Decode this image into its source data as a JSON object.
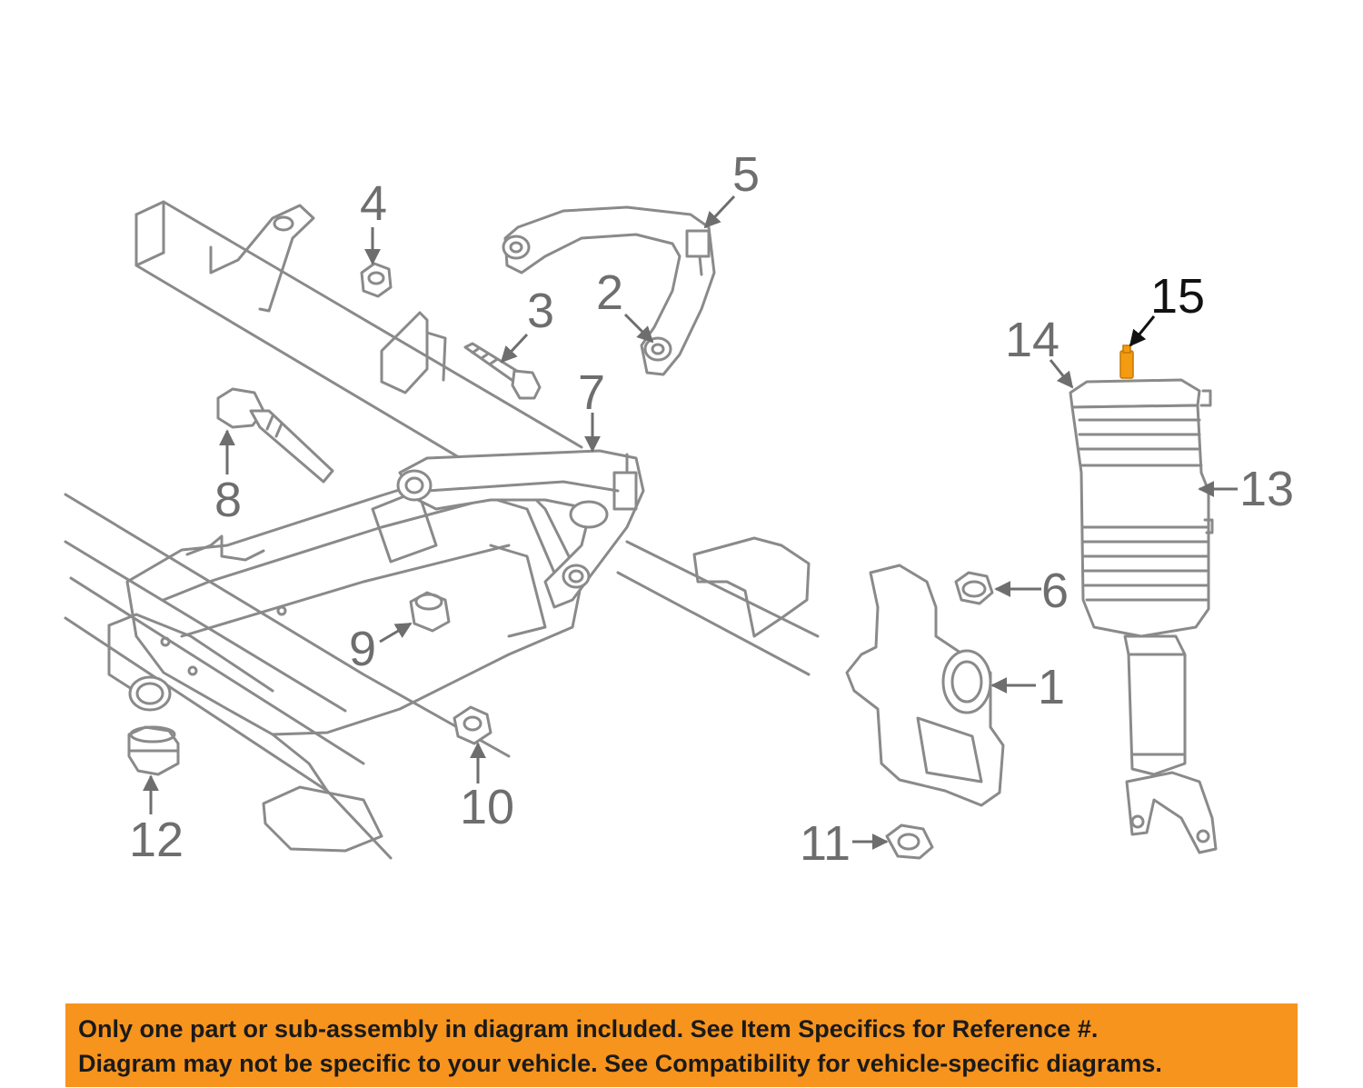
{
  "colors": {
    "line": "#8a8a8a",
    "callout_text": "#6e6e6e",
    "highlight_part": "#f39c12",
    "highlight_callout": "#111111",
    "notice_background": "#f7941d"
  },
  "callouts": [
    {
      "id": "1",
      "label": "1",
      "highlighted": false
    },
    {
      "id": "2",
      "label": "2",
      "highlighted": false
    },
    {
      "id": "3",
      "label": "3",
      "highlighted": false
    },
    {
      "id": "4",
      "label": "4",
      "highlighted": false
    },
    {
      "id": "5",
      "label": "5",
      "highlighted": false
    },
    {
      "id": "6",
      "label": "6",
      "highlighted": false
    },
    {
      "id": "7",
      "label": "7",
      "highlighted": false
    },
    {
      "id": "8",
      "label": "8",
      "highlighted": false
    },
    {
      "id": "9",
      "label": "9",
      "highlighted": false
    },
    {
      "id": "10",
      "label": "10",
      "highlighted": false
    },
    {
      "id": "11",
      "label": "11",
      "highlighted": false
    },
    {
      "id": "12",
      "label": "12",
      "highlighted": false
    },
    {
      "id": "13",
      "label": "13",
      "highlighted": false
    },
    {
      "id": "14",
      "label": "14",
      "highlighted": false
    },
    {
      "id": "15",
      "label": "15",
      "highlighted": true
    }
  ],
  "notice": {
    "line1": "Only one part or sub-assembly in diagram included. See Item Specifics for Reference #.",
    "line2": "Diagram may not be specific to your vehicle. See Compatibility for vehicle-specific diagrams."
  }
}
